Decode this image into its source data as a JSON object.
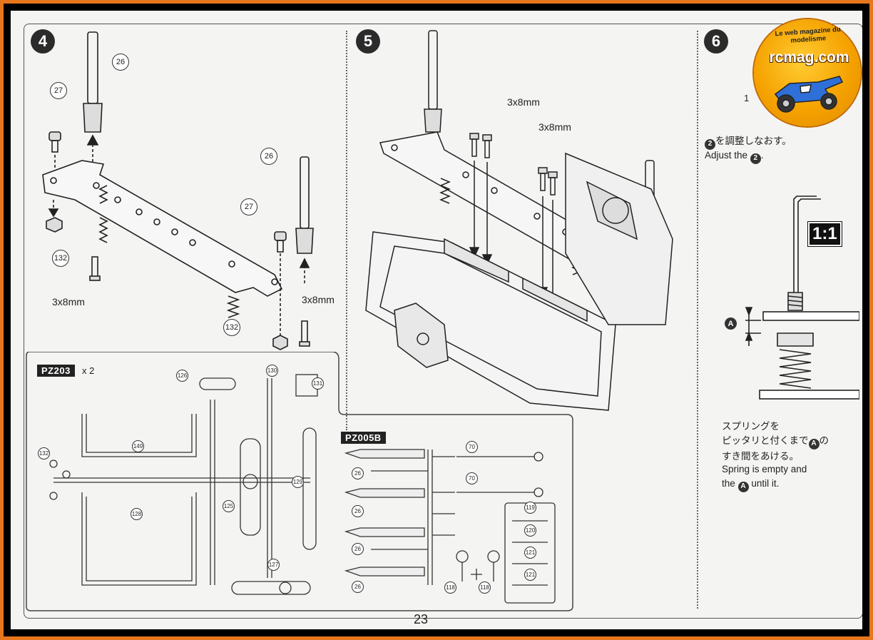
{
  "page_number": "23",
  "steps": {
    "s4": {
      "number": "4"
    },
    "s5": {
      "number": "5"
    },
    "s6": {
      "number": "6"
    }
  },
  "step4": {
    "part_26": "26",
    "part_27": "27",
    "part_132": "132",
    "part_26b": "26",
    "part_27b": "27",
    "part_132b": "132",
    "screw_left": "3x8mm",
    "screw_right": "3x8mm"
  },
  "step5": {
    "screw_a": "3x8mm",
    "screw_b": "3x8mm"
  },
  "step6": {
    "adjust_jp": "を調整しなおす。",
    "adjust_en": "Adjust the",
    "adjust_ref": "2",
    "scale": "1:1",
    "gap_label": "A",
    "spring_jp_1": "スプリングを",
    "spring_jp_2": "ピッタリと付くまで",
    "spring_jp_3": "の",
    "spring_jp_4": "すき間をあける。",
    "spring_en_1": "Spring is empty and",
    "spring_en_2a": "the",
    "spring_en_2b": "until it.",
    "side_number": "1"
  },
  "sprues": {
    "pz203": {
      "code": "PZ203",
      "qty": "x 2",
      "parts": [
        "126",
        "130",
        "131",
        "132",
        "149",
        "129",
        "125",
        "128",
        "127"
      ]
    },
    "pz005b": {
      "code": "PZ005B",
      "parts": [
        "70",
        "70",
        "26",
        "26",
        "26",
        "26",
        "119",
        "120",
        "121",
        "121",
        "118",
        "118"
      ]
    }
  },
  "watermark": {
    "site": "rcmag.com",
    "tagline": "Le web magazine du modelisme"
  },
  "colors": {
    "border_orange": "#e8761c",
    "paper": "#f4f4f2",
    "ink": "#222222",
    "logo_gold": "#f5a200"
  }
}
